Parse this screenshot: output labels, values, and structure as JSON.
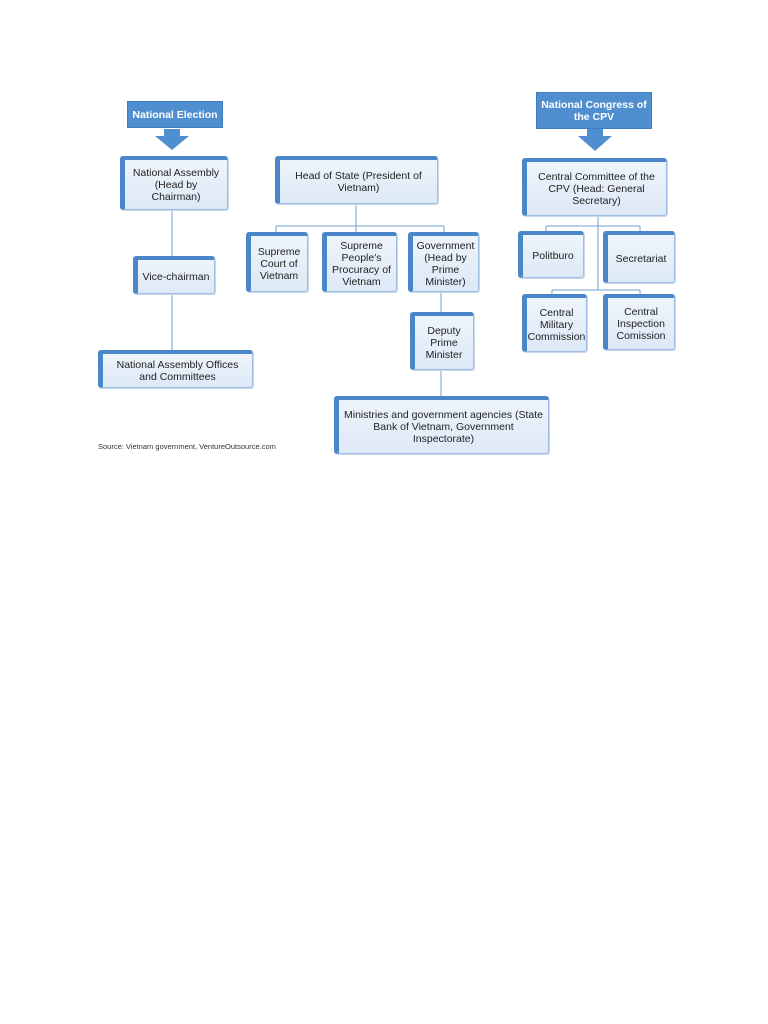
{
  "nodes": {
    "national_election": "National Election",
    "national_assembly": "National Assembly (Head by Chairman)",
    "vice_chairman": "Vice-chairman",
    "na_offices": "National Assembly Offices and Committees",
    "head_of_state": "Head of State (President of Vietnam)",
    "supreme_court": "Supreme Court of Vietnam",
    "supreme_procuracy": "Supreme People's Procuracy of Vietnam",
    "government": "Government (Head by Prime Minister)",
    "deputy_pm": "Deputy Prime Minister",
    "ministries": "Ministries and government agencies (State Bank of Vietnam, Government Inspectorate)",
    "national_congress": "National Congress of the CPV",
    "central_committee": "Central Committee of the CPV (Head: General Secretary)",
    "politburo": "Politburo",
    "secretariat": "Secretariat",
    "central_military": "Central Military Commission",
    "central_inspection": "Central Inspection Comission"
  },
  "source": "Source: Vietnam government, VentureOutsource.com",
  "colors": {
    "header_fill": "#4f8fd0",
    "box_fill": "#e6eff9",
    "accent": "#4a86c8",
    "line": "#6f9fcf"
  }
}
